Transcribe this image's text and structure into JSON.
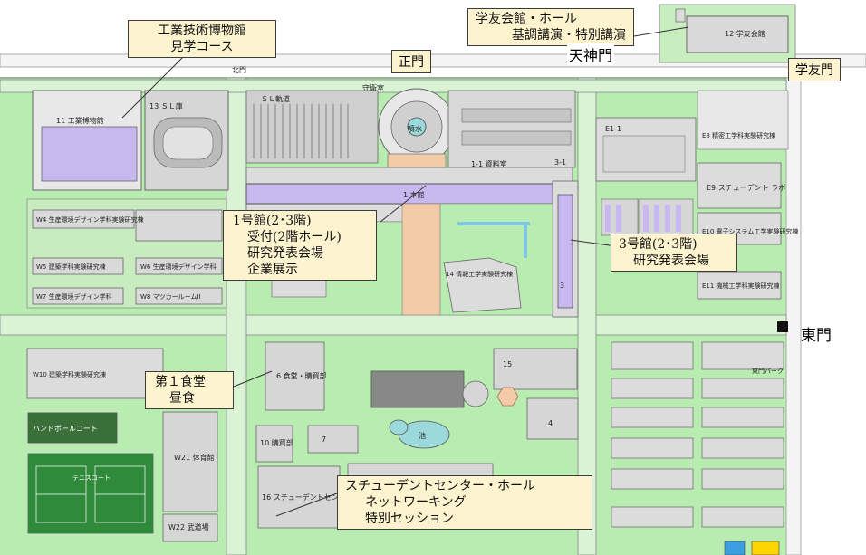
{
  "callouts": {
    "museum": {
      "line1": "工業技術博物館",
      "line2": "見学コース"
    },
    "gakuyu_kaikan": {
      "line1": "学友会館・ホール",
      "line2": "基調講演・特別講演"
    },
    "building1": {
      "line1": "1号館(2･3階)",
      "line2": "受付(2階ホール)",
      "line3": "研究発表会場",
      "line4": "企業展示"
    },
    "building3": {
      "line1": "3号館(2･3階)",
      "line2": "研究発表会場"
    },
    "cafeteria": {
      "line1": "第１食堂",
      "line2": "昼食"
    },
    "student_center": {
      "line1": "スチューデントセンター・ホール",
      "line2": "ネットワーキング",
      "line3": "特別セッション"
    }
  },
  "gates": {
    "main_gate": "正門",
    "gakuyu_gate": "学友門",
    "east_gate": "東門",
    "tenjin_gate": "天神門"
  },
  "map_labels": {
    "museum_bldg": "11 工業博物館",
    "sl_track": "ＳＬ軌道",
    "sl_shed": "13 ＳＬ庫",
    "north_gate": "北門",
    "guard": "守衛室",
    "fountain": "噴水",
    "honkan": "1 本館",
    "archive": "1-1 資料室",
    "b3": "3",
    "b3_1": "3-1",
    "b6": "6 食堂・購買部",
    "b14": "14 情報工学実験研究棟",
    "b15": "15",
    "b4": "4",
    "b7": "7",
    "pond": "池",
    "b10": "10 購買部",
    "b16": "16 スチューデントセンター",
    "w21": "W21 体育館",
    "w22": "W22 武道場",
    "handball": "ハンドボールコート",
    "tennis": "テニスコート",
    "b12": "12 学友会館",
    "e9": "E9 スチューデント ラボ",
    "e11": "E11 機械工学科実験研究棟",
    "e8": "E8 精密工学科実験研究棟",
    "e1": "E1-1",
    "e10": "E10 電子システム工学実験研究棟",
    "w4": "W4 生産環境デザイン学科実験研究棟",
    "w5": "W5 建築学科実験研究棟",
    "w6": "W6 生産環境デザイン学科",
    "w10": "W10 建築学科実験研究棟",
    "w7": "W7 生産環境デザイン学科",
    "w8": "W8 マツカールームII",
    "higashi_mon_building": "東門パーク"
  }
}
